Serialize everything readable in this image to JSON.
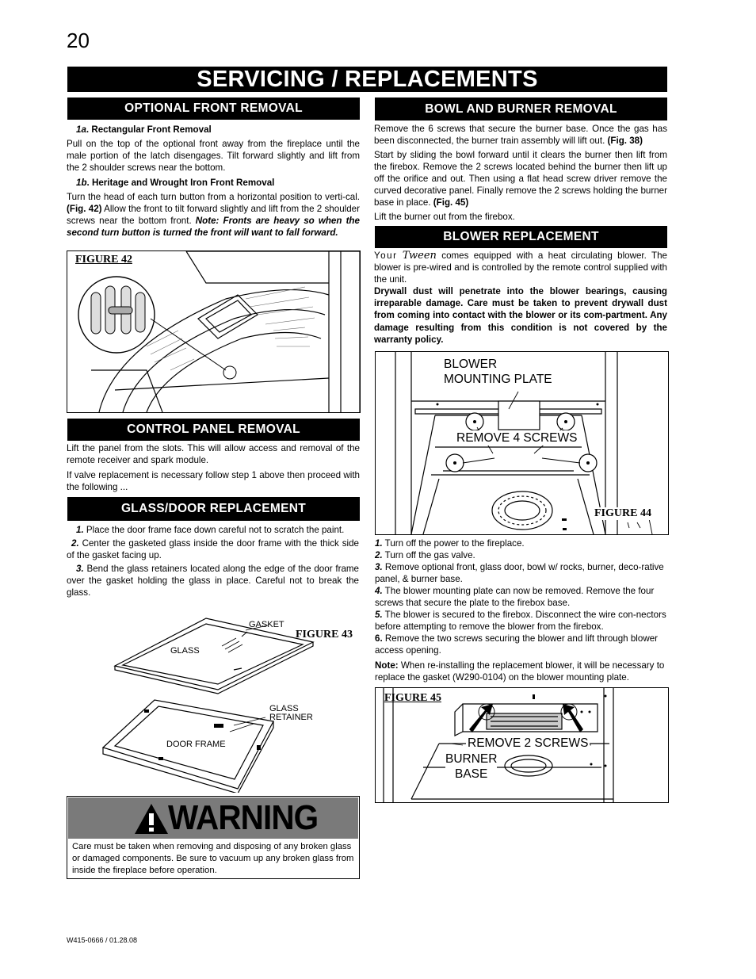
{
  "page_number": "20",
  "page_title": "SERVICING / REPLACEMENTS",
  "left": {
    "optional_front": {
      "heading": "OPTIONAL FRONT REMOVAL",
      "sub_1a_num": "1a",
      "sub_1a_title": ". Rectangular Front Removal",
      "p1": "Pull on the top of the optional front away from the fireplace until the male portion of the latch disengages. Tilt forward slightly and lift from the 2 shoulder screws near the bottom.",
      "sub_1b_num": "1b",
      "sub_1b_title": ". Heritage and Wrought Iron Front Removal",
      "p2_a": "Turn the head of each turn button from a horizontal position to verti-cal.",
      "p2_fig": "(Fig. 42)",
      "p2_b": " Allow the front to tilt forward slightly and lift from the 2 shoulder screws near the bottom front.",
      "p2_note": "Note: Fronts are heavy so when the second turn button is turned the front will want to fall forward.",
      "figure_label": "FIGURE 42"
    },
    "control_panel": {
      "heading": "CONTROL PANEL REMOVAL",
      "p1": "Lift the panel from the slots. This will allow access and removal of the remote receiver and spark module.",
      "p2": "If valve replacement is necessary follow step 1 above then proceed with the following ..."
    },
    "glass_door": {
      "heading": "GLASS/DOOR REPLACEMENT",
      "step1_num": "1.",
      "step1": " Place the door frame face down careful not to scratch the paint.",
      "step2_num": "2.",
      "step2": " Center the gasketed glass inside the door frame with the thick side of the gasket facing up.",
      "step3_num": "3.",
      "step3": " Bend the glass retainers located along the edge of the door frame over the gasket holding the glass in place. Careful not to break the glass.",
      "figure_label": "FIGURE 43",
      "lbl_gasket": "GASKET",
      "lbl_glass": "GLASS",
      "lbl_retainer_1": "GLASS",
      "lbl_retainer_2": "RETAINER",
      "lbl_door_frame": "DOOR FRAME"
    },
    "warning": {
      "title": "WARNING",
      "text": "Care must be taken when removing and disposing of any broken glass or damaged  components. Be sure to vacuum up any broken glass from inside the fireplace before operation."
    }
  },
  "right": {
    "bowl_burner": {
      "heading": "BOWL AND BURNER REMOVAL",
      "p1_a": "Remove the 6 screws that secure the burner base. Once the gas has been disconnected, the burner train assembly will lift out.",
      "p1_fig": "(Fig. 38)",
      "p2_a": "Start by sliding the bowl forward until it clears the burner then lift from the firebox.  Remove the 2 screws located behind the burner then lift up off the orifice and out.  Then using a flat head screw driver remove the curved decorative panel.  Finally remove the 2 screws holding the burner base in place.",
      "p2_fig": "(Fig. 45)",
      "p3": "Lift the burner out from the firebox."
    },
    "blower": {
      "heading": "BLOWER REPLACEMENT",
      "p1_your": "Your",
      "p1_brand": "Tween",
      "p1_rest": " comes equipped with a heat circulating blower. The blower is pre-wired and is controlled by the remote control supplied with the unit.",
      "p2_bold": "Drywall dust will penetrate into the blower bearings, causing irreparable damage. Care must be taken to prevent drywall dust from coming into contact with the blower or its com-partment. Any damage resulting from this condition is not covered by the warranty policy.",
      "fig44_lbl1": "BLOWER",
      "fig44_lbl2": "MOUNTING PLATE",
      "fig44_lbl3": "REMOVE 4 SCREWS",
      "figure44_label": "FIGURE 44",
      "steps": [
        {
          "num": "1.",
          "text": " Turn off the power to the fireplace."
        },
        {
          "num": "2.",
          "text": " Turn off the gas valve."
        },
        {
          "num": "3.",
          "text": " Remove optional front, glass door, bowl w/ rocks, burner, deco-rative panel, & burner base."
        },
        {
          "num": "4.",
          "text": " The blower mounting plate can now be removed. Remove the four screws that secure the plate to the firebox base."
        },
        {
          "num": "5.",
          "text": " The blower is secured to the firebox. Disconnect the wire con-nectors before attempting to remove the blower from the firebox."
        },
        {
          "num": "6.",
          "text": " Remove the two screws securing the blower and lift through blower access opening."
        }
      ],
      "note_label": "Note:",
      "note_text": " When re-installing the replacement blower, it will be necessary to replace the gasket (W290-0104) on the blower mounting plate.",
      "figure45_label": "FIGURE 45",
      "fig45_lbl1": "REMOVE 2 SCREWS",
      "fig45_lbl2": "BURNER",
      "fig45_lbl3": "BASE"
    }
  },
  "footer": "W415-0666 / 01.28.08"
}
